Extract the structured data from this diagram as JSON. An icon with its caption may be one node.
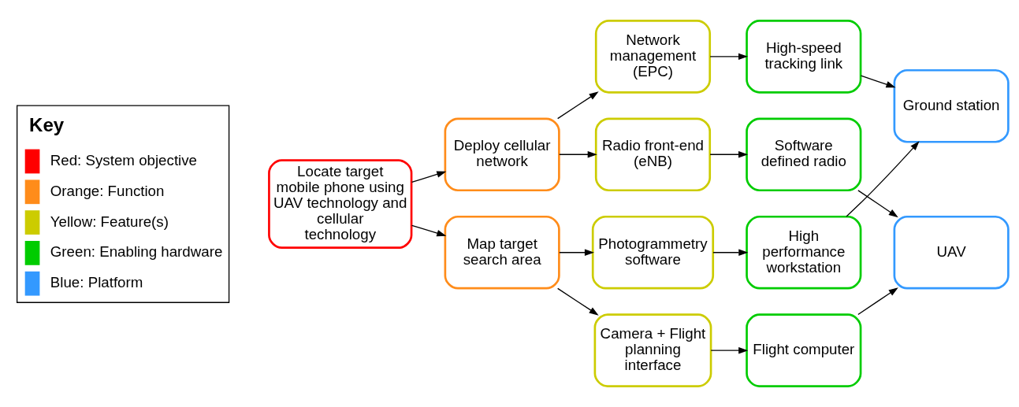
{
  "diagram": {
    "nodes": [
      {
        "text": [
          "Locate target mobile phone using UAV technology and cellular technology"
        ]
      },
      {
        "text": [
          "Deploy cellular network"
        ]
      },
      {
        "text": [
          "Map target search area"
        ]
      },
      {
        "text": [
          "Network management (EPC)"
        ]
      },
      {
        "text": [
          "Radio front-end (eNB)"
        ]
      },
      {
        "text": [
          "Camera + Flight planning interface"
        ]
      },
      {
        "text": [
          "Photogrammetry software"
        ]
      },
      {
        "text": [
          "High-speed tracking link"
        ]
      },
      {
        "text": [
          "Software defined radio"
        ]
      },
      {
        "text": [
          "Flight computer"
        ]
      },
      {
        "text": [
          "High performance workstation"
        ]
      },
      {
        "text": [
          "UAV"
        ]
      },
      {
        "text": [
          "Ground station"
        ]
      }
    ],
    "edges": [
      {
        "from": 0,
        "to": 1,
        "arrow": "to"
      },
      {
        "from": 0,
        "to": 2,
        "arrow": "to"
      },
      {
        "from": 1,
        "to": 3,
        "arrow": "to"
      },
      {
        "from": 1,
        "to": 4,
        "arrow": "to"
      },
      {
        "from": 2,
        "to": 5,
        "arrow": "to"
      },
      {
        "from": 2,
        "to": 6,
        "arrow": "to"
      },
      {
        "from": 3,
        "to": 7,
        "arrow": "to"
      },
      {
        "from": 4,
        "to": 8,
        "arrow": "to"
      },
      {
        "from": 5,
        "to": 9,
        "arrow": "to"
      },
      {
        "from": 6,
        "to": 10,
        "arrow": "to"
      },
      {
        "from": 7,
        "to": 12,
        "arrow": "to"
      },
      {
        "from": 8,
        "to": 11,
        "arrow": "to"
      },
      {
        "from": 9,
        "to": 11,
        "arrow": "to"
      },
      {
        "from": 10,
        "to": 12,
        "arrow": "to"
      }
    ],
    "labels": [
      "Key"
    ],
    "legend": [
      {
        "text": "Red: System objective",
        "color": "#ff0000"
      },
      {
        "text": "Orange: Function",
        "color": "#ff8c1a"
      },
      {
        "text": "Yellow: Feature(s)",
        "color": "#cccc00"
      },
      {
        "text": "Green: Enabling hardware",
        "color": "#00cc00"
      },
      {
        "text": "Blue: Platform",
        "color": "#3399ff"
      }
    ]
  }
}
